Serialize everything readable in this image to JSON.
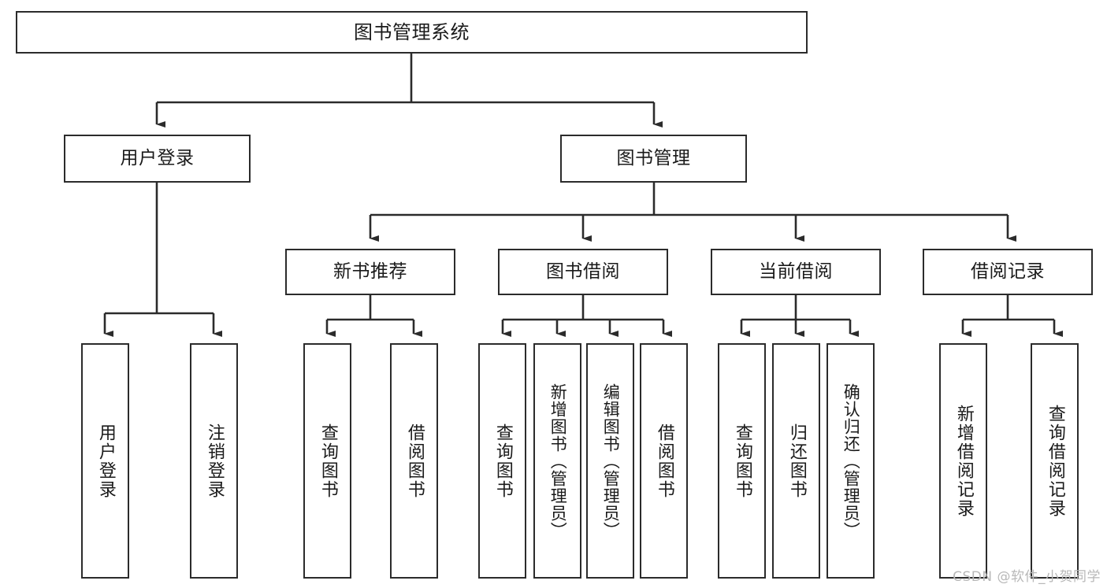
{
  "diagram": {
    "title": "图书管理系统",
    "type": "hierarchy-tree",
    "watermark": "CSDN @软件_小贺同学",
    "colors": {
      "box_border": "#2b2b2b",
      "box_fill": "#ffffff",
      "connector": "#2b2b2b",
      "text": "#1a1a1a",
      "watermark": "#b8b8b8"
    },
    "root": {
      "label": "图书管理系统"
    },
    "level1": [
      {
        "label": "用户登录"
      },
      {
        "label": "图书管理"
      }
    ],
    "level2": [
      {
        "label": "新书推荐"
      },
      {
        "label": "图书借阅"
      },
      {
        "label": "当前借阅"
      },
      {
        "label": "借阅记录"
      }
    ],
    "leaves": {
      "user_login": [
        {
          "label": "用户登录"
        },
        {
          "label": "注销登录"
        }
      ],
      "new_book": [
        {
          "label": "查询图书"
        },
        {
          "label": "借阅图书"
        }
      ],
      "book_borrow": [
        {
          "label": "查询图书"
        },
        {
          "label": "新增图书（管理员）"
        },
        {
          "label": "编辑图书（管理员）"
        },
        {
          "label": "借阅图书"
        }
      ],
      "current_borrow": [
        {
          "label": "查询图书"
        },
        {
          "label": "归还图书"
        },
        {
          "label": "确认归还（管理员）"
        }
      ],
      "borrow_record": [
        {
          "label": "新增借阅记录"
        },
        {
          "label": "查询借阅记录"
        }
      ]
    }
  }
}
